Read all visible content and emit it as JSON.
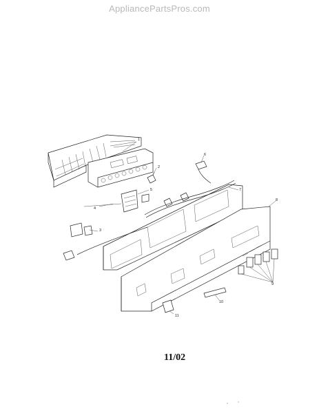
{
  "watermark": "AppliancePartsPros.com",
  "date_stamp": "11/02",
  "callouts": [
    {
      "id": "c1",
      "label": "1"
    },
    {
      "id": "c2",
      "label": "2"
    },
    {
      "id": "c3",
      "label": "3"
    },
    {
      "id": "c4",
      "label": "4"
    },
    {
      "id": "c5",
      "label": "5"
    },
    {
      "id": "c6",
      "label": "6"
    },
    {
      "id": "c7",
      "label": "7"
    },
    {
      "id": "c8",
      "label": "8"
    },
    {
      "id": "c9",
      "label": "9"
    },
    {
      "id": "c10",
      "label": "10"
    },
    {
      "id": "c11",
      "label": "11"
    }
  ]
}
